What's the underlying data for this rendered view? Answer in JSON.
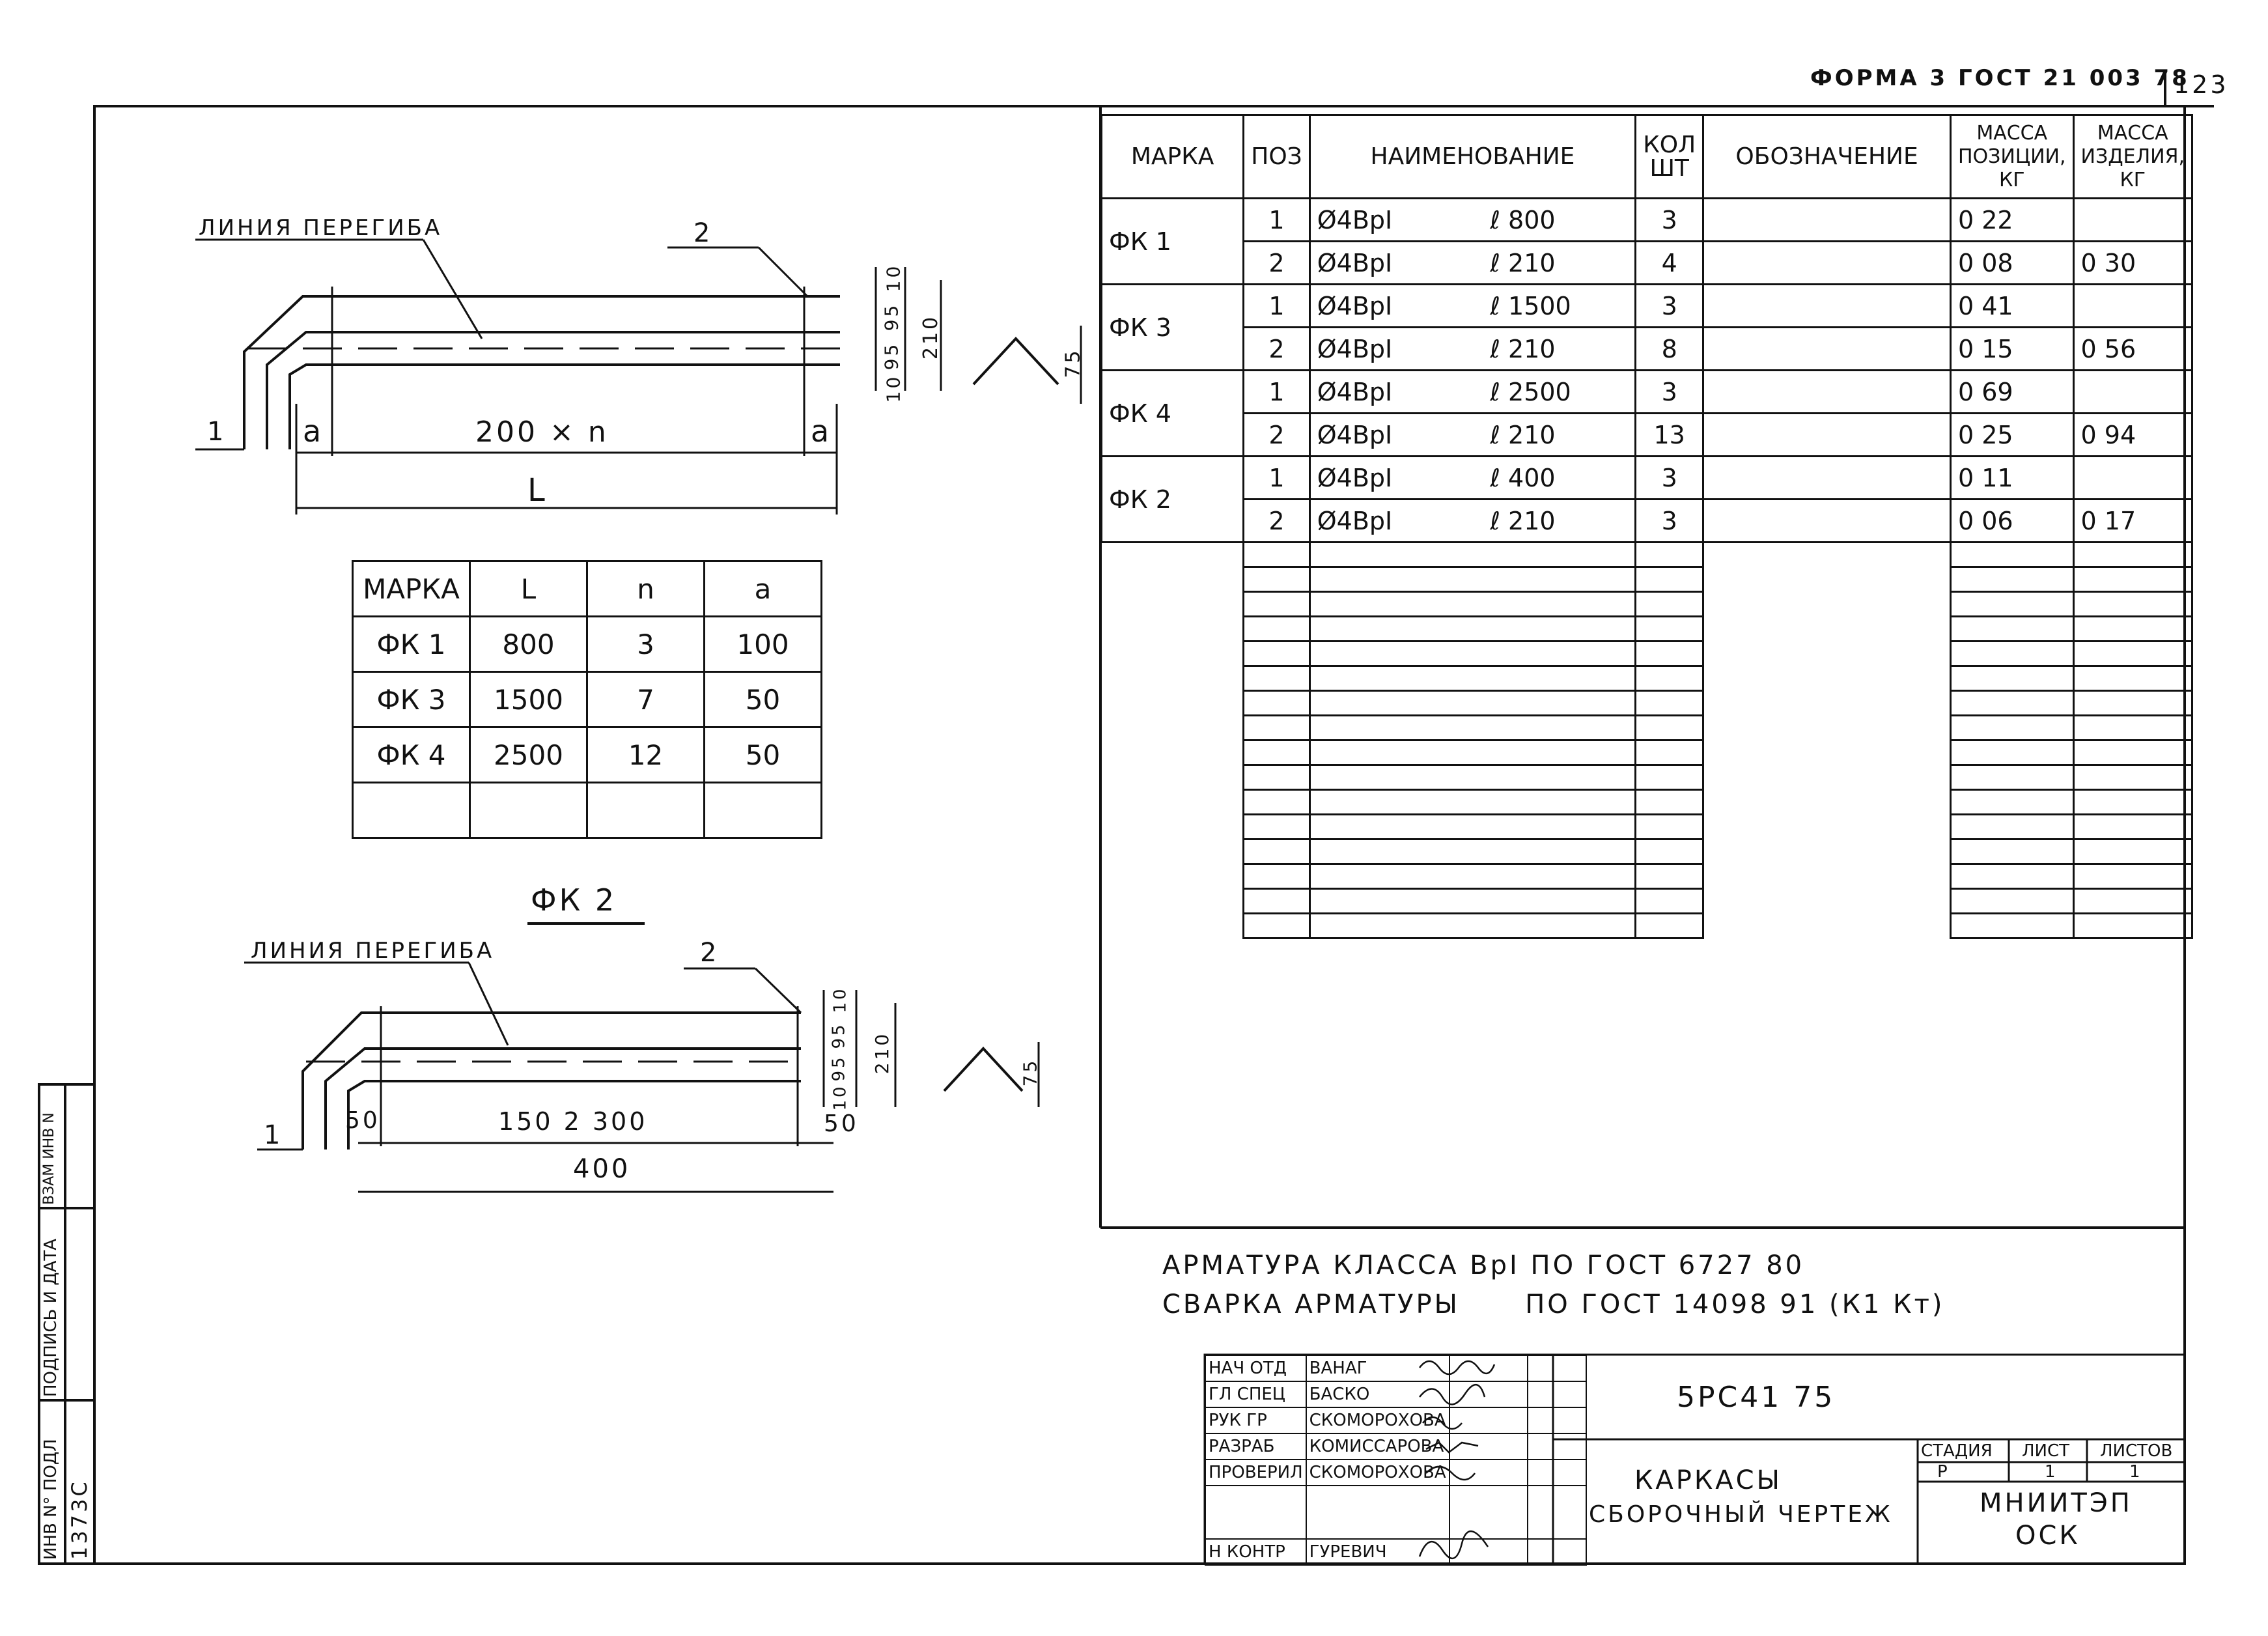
{
  "header": {
    "form_label": "ФОРМА 3 ГОСТ 21 003 78",
    "sheet_number": "123"
  },
  "drawing_top": {
    "bend_line_label": "ЛИНИЯ ПЕРЕГИБА",
    "pos1": "1",
    "pos2": "2",
    "a_left": "a",
    "a_right": "a",
    "span_label": "200 × n",
    "length_label": "L",
    "dim_10_top": "10",
    "dim_95a": "95",
    "dim_95b": "95",
    "dim_10_bottom": "10",
    "dim_210": "210",
    "dim_75": "75"
  },
  "marks_table": {
    "headers": [
      "МАРКА",
      "L",
      "n",
      "a"
    ],
    "rows": [
      [
        "ФК 1",
        "800",
        "3",
        "100"
      ],
      [
        "ФК 3",
        "1500",
        "7",
        "50"
      ],
      [
        "ФК 4",
        "2500",
        "12",
        "50"
      ],
      [
        "",
        "",
        "",
        ""
      ]
    ]
  },
  "drawing_bottom": {
    "title": "ФК 2",
    "bend_line_label": "ЛИНИЯ ПЕРЕГИБА",
    "pos1": "1",
    "pos2": "2",
    "dim_50_left": "50",
    "span_label": "150 2 300",
    "dim_50_right": "50",
    "length_label": "400",
    "dim_10_top": "10",
    "dim_95a": "95",
    "dim_95b": "95",
    "dim_10_bottom": "10",
    "dim_210": "210",
    "dim_75": "75"
  },
  "spec_table": {
    "headers": {
      "mark": "МАРКА",
      "pos": "ПОЗ",
      "name": "НАИМЕНОВАНИЕ",
      "qty": "КОЛ ШТ",
      "designation": "ОБОЗНАЧЕНИЕ",
      "mass_pos": "МАССА ПОЗИЦИИ, КГ",
      "mass_item": "МАССА ИЗДЕЛИЯ, КГ"
    },
    "rows": [
      {
        "mark": "ФК 1",
        "pos": "1",
        "bar": "Ø4BpI",
        "len": "ℓ 800",
        "qty": "3",
        "mass_pos": "0 22",
        "mass_item": ""
      },
      {
        "mark": "",
        "pos": "2",
        "bar": "Ø4BpI",
        "len": "ℓ 210",
        "qty": "4",
        "mass_pos": "0 08",
        "mass_item": "0 30"
      },
      {
        "mark": "ФК 3",
        "pos": "1",
        "bar": "Ø4BpI",
        "len": "ℓ 1500",
        "qty": "3",
        "mass_pos": "0 41",
        "mass_item": ""
      },
      {
        "mark": "",
        "pos": "2",
        "bar": "Ø4BpI",
        "len": "ℓ 210",
        "qty": "8",
        "mass_pos": "0 15",
        "mass_item": "0 56"
      },
      {
        "mark": "ФК 4",
        "pos": "1",
        "bar": "Ø4BpI",
        "len": "ℓ 2500",
        "qty": "3",
        "mass_pos": "0 69",
        "mass_item": ""
      },
      {
        "mark": "",
        "pos": "2",
        "bar": "Ø4BpI",
        "len": "ℓ 210",
        "qty": "13",
        "mass_pos": "0 25",
        "mass_item": "0 94"
      },
      {
        "mark": "ФК 2",
        "pos": "1",
        "bar": "Ø4BpI",
        "len": "ℓ 400",
        "qty": "3",
        "mass_pos": "0 11",
        "mass_item": ""
      },
      {
        "mark": "",
        "pos": "2",
        "bar": "Ø4BpI",
        "len": "ℓ 210",
        "qty": "3",
        "mass_pos": "0 06",
        "mass_item": "0 17"
      }
    ]
  },
  "notes": {
    "line1": "АРМАТУРА КЛАССА BpI ПО ГОСТ 6727 80",
    "line2": "СВАРКА АРМАТУРЫ      ПО ГОСТ 14098 91 (К1 Кт)"
  },
  "stamp": {
    "people": [
      {
        "role": "НАЧ ОТД",
        "name": "ВАНАГ"
      },
      {
        "role": "ГЛ СПЕЦ",
        "name": "БАСКО"
      },
      {
        "role": "РУК ГР",
        "name": "СКОМОРОХОВА"
      },
      {
        "role": "РАЗРАБ",
        "name": "КОМИССАРОВА"
      },
      {
        "role": "ПРОВЕРИЛ",
        "name": "СКОМОРОХОВА"
      },
      {
        "role": "",
        "name": ""
      },
      {
        "role": "Н КОНТР",
        "name": "ГУРЕВИЧ"
      }
    ],
    "code": "5РС41 75",
    "title_line1": "КАРКАСЫ",
    "title_line2": "СБОРОЧНЫЙ ЧЕРТЕЖ",
    "stage_label": "СТАДИЯ",
    "sheet_label": "ЛИСТ",
    "sheets_label": "ЛИСТОВ",
    "stage": "Р",
    "sheet": "1",
    "sheets": "1",
    "org_line1": "МНИИТЭП",
    "org_line2": "ОСК"
  },
  "side_strip": {
    "inv_label": "ИНВ N° ПОДЛ",
    "inv_value": "1373С",
    "sign_label": "ПОДПИСЬ И ДАТА",
    "replace_label": "ВЗАМ ИНВ N"
  },
  "colors": {
    "ink": "#111111",
    "paper": "#ffffff"
  }
}
